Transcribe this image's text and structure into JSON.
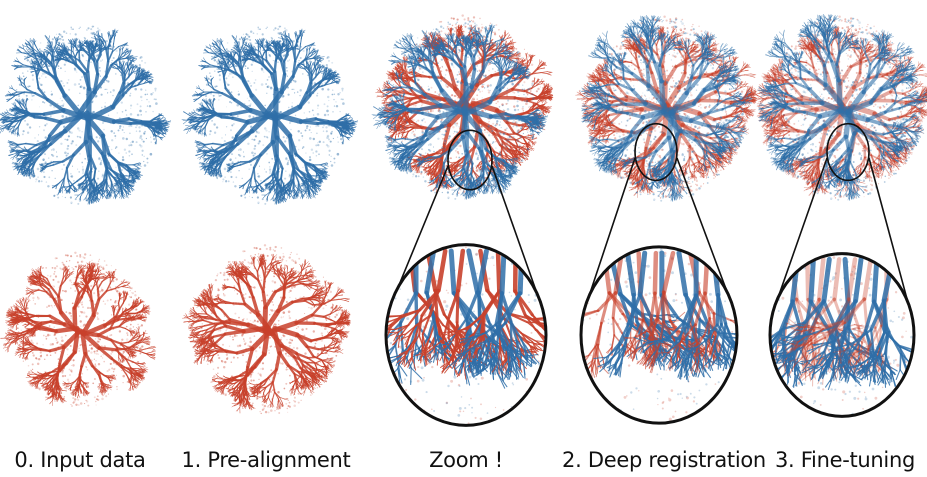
{
  "captions": {
    "input": "0. Input data",
    "prealign": "1. Pre-alignment",
    "zoom": "Zoom !",
    "deep": "2. Deep registration",
    "finetune": "3. Fine-tuning"
  },
  "colors": {
    "source": "#2f6fa8",
    "target": "#c8412c",
    "background": "#ffffff",
    "outline": "#111111"
  }
}
